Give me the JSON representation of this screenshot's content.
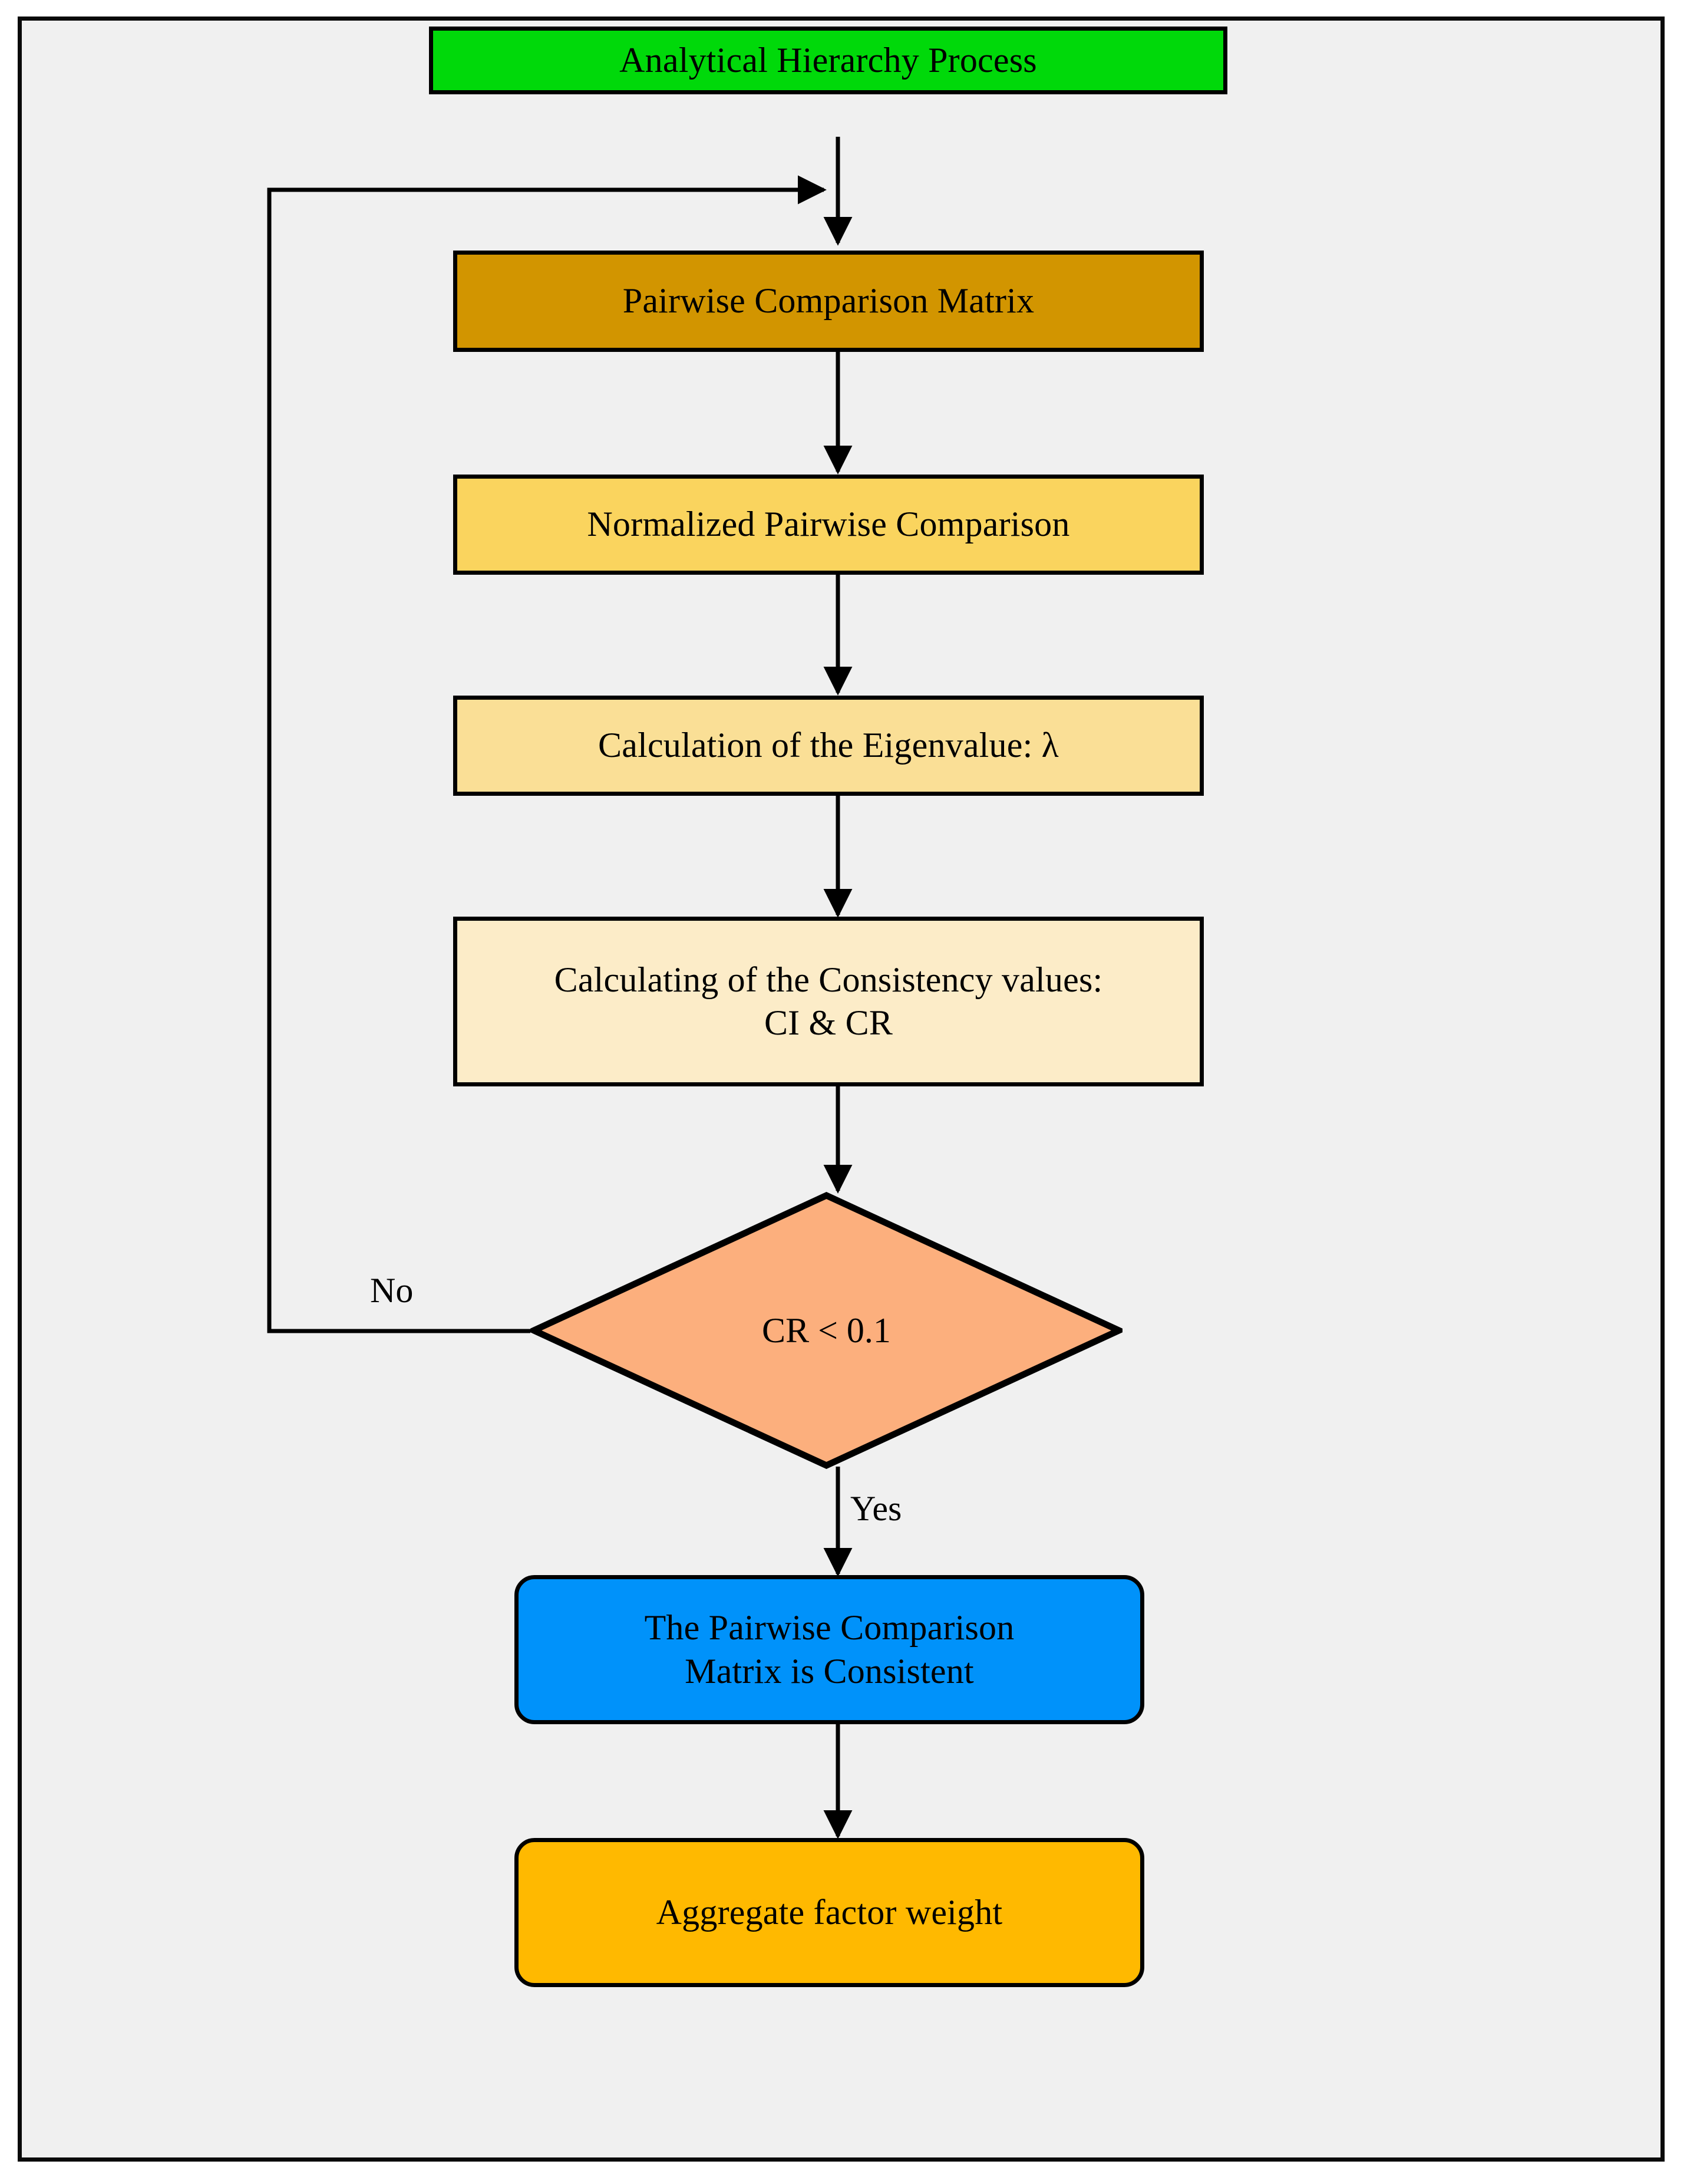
{
  "diagram": {
    "title": "Analytical Hierarchy Process flowchart",
    "type": "flowchart",
    "canvas": {
      "background": "#f0f0f0",
      "border_color": "#0a0a0a",
      "page_background": "#ffffff"
    },
    "nodes": [
      {
        "id": "start",
        "label": "Analytical Hierarchy Process",
        "shape": "rectangle",
        "fill": "#00d90a",
        "stroke": "#000000"
      },
      {
        "id": "pairwise",
        "label": "Pairwise Comparison Matrix",
        "shape": "rectangle",
        "fill": "#d29500",
        "stroke": "#000000"
      },
      {
        "id": "normalized",
        "label": "Normalized Pairwise Comparison",
        "shape": "rectangle",
        "fill": "#fad45e",
        "stroke": "#000000"
      },
      {
        "id": "eigenvalue",
        "label": "Calculation of the Eigenvalue: λ",
        "shape": "rectangle",
        "fill": "#fadf96",
        "stroke": "#000000"
      },
      {
        "id": "consistency",
        "label_line1": "Calculating of the Consistency values:",
        "label_line2": "CI & CR",
        "shape": "rectangle",
        "fill": "#fcecc8",
        "stroke": "#000000"
      },
      {
        "id": "decision",
        "label": "CR < 0.1",
        "shape": "diamond",
        "fill": "#fcaf7d",
        "stroke": "#000000"
      },
      {
        "id": "consistent",
        "label_line1": "The Pairwise Comparison",
        "label_line2": "Matrix is Consistent",
        "shape": "rounded-rectangle",
        "fill": "#0092fa",
        "stroke": "#000000"
      },
      {
        "id": "aggregate",
        "label": "Aggregate factor weight",
        "shape": "rounded-rectangle",
        "fill": "#ffb900",
        "stroke": "#000000"
      }
    ],
    "edge_labels": {
      "no": "No",
      "yes": "Yes"
    },
    "edges": [
      {
        "from": "start",
        "to": "pairwise",
        "label": ""
      },
      {
        "from": "pairwise",
        "to": "normalized",
        "label": ""
      },
      {
        "from": "normalized",
        "to": "eigenvalue",
        "label": ""
      },
      {
        "from": "eigenvalue",
        "to": "consistency",
        "label": ""
      },
      {
        "from": "consistency",
        "to": "decision",
        "label": ""
      },
      {
        "from": "decision",
        "to": "pairwise",
        "label": "No"
      },
      {
        "from": "decision",
        "to": "consistent",
        "label": "Yes"
      },
      {
        "from": "consistent",
        "to": "aggregate",
        "label": ""
      }
    ]
  }
}
